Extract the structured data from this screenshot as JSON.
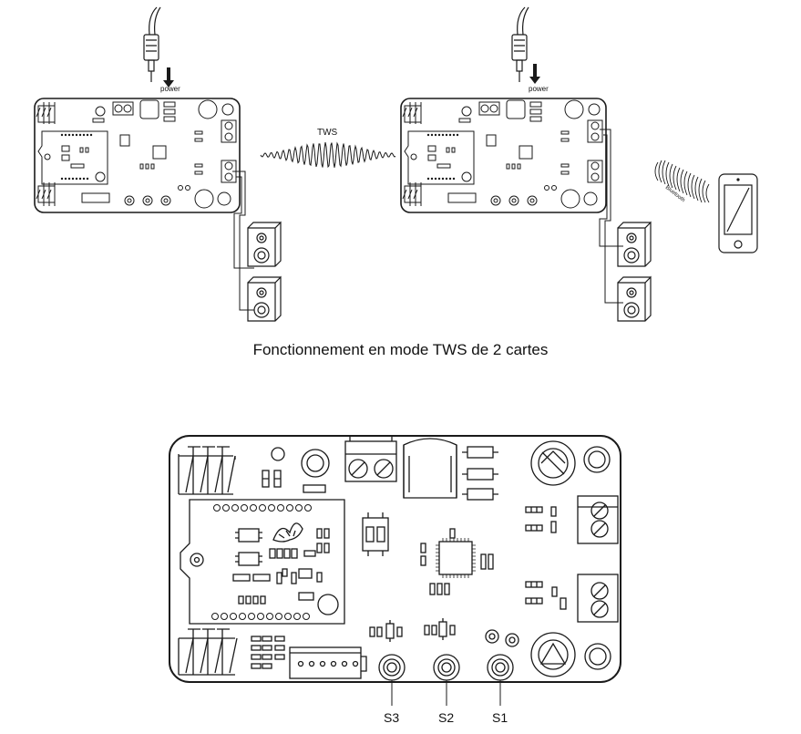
{
  "labels": {
    "power_left": "power",
    "power_right": "power",
    "tws": "TWS",
    "bluetooth": "Bluetooth",
    "caption": "Fonctionnement en mode TWS de 2 cartes",
    "s3": "S3",
    "s2": "S2",
    "s1": "S1"
  },
  "colors": {
    "stroke": "#1a1a1a",
    "background": "#ffffff"
  },
  "icons": [
    "power-plug-icon",
    "speaker-icon",
    "smartphone-icon",
    "bluetooth-waves-icon",
    "wireless-wave-icon"
  ]
}
